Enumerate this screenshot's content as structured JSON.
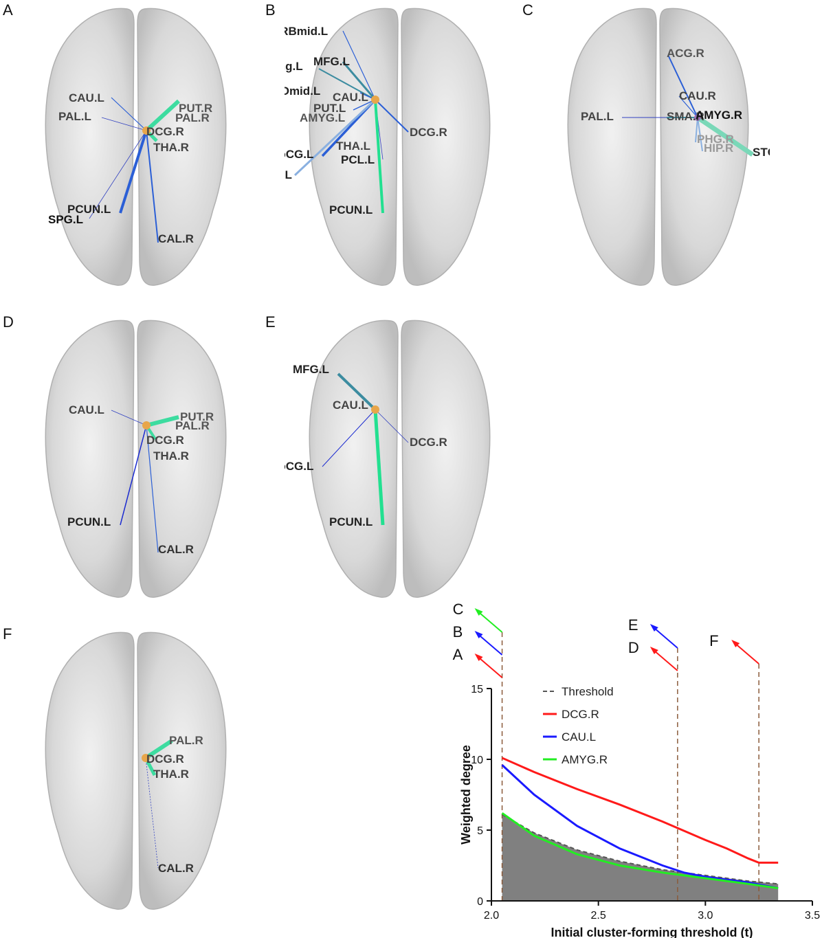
{
  "panels": [
    {
      "letter": "A",
      "labels": [
        "CAU.L",
        "PAL.L",
        "PUT.R",
        "PAL.R",
        "DCG.R",
        "THA.R",
        "PCUN.L",
        "SPG.L",
        "CAL.R"
      ]
    },
    {
      "letter": "B",
      "labels": [
        "ORBmid.L",
        "MFG.L",
        "IFGtriang.L",
        "TPOmid.L",
        "CAU.L",
        "PUT.L",
        "AMYG.L",
        "DCG.R",
        "THA.L",
        "PoCG.L",
        "PCL.L",
        "MTG.L",
        "PCUN.L"
      ]
    },
    {
      "letter": "C",
      "labels": [
        "ACG.R",
        "CAU.R",
        "PAL.L",
        "SMA.R",
        "AMYG.R",
        "PHG.R",
        "HIP.R",
        "STG.R"
      ]
    },
    {
      "letter": "D",
      "labels": [
        "CAU.L",
        "PUT.R",
        "PAL.R",
        "DCG.R",
        "THA.R",
        "PCUN.L",
        "CAL.R"
      ]
    },
    {
      "letter": "E",
      "labels": [
        "MFG.L",
        "CAU.L",
        "DCG.R",
        "PoCG.L",
        "PCUN.L"
      ]
    },
    {
      "letter": "F",
      "labels": [
        "PAL.R",
        "DCG.R",
        "THA.R",
        "CAL.R"
      ]
    }
  ],
  "chart_data": {
    "type": "area",
    "xlabel": "Initial cluster-forming threshold (t)",
    "ylabel": "Weighted degree",
    "xlim": [
      2.0,
      3.5
    ],
    "ylim": [
      0,
      15
    ],
    "xticks": [
      "2.0",
      "2.5",
      "3.0",
      "3.5"
    ],
    "yticks": [
      "0",
      "5",
      "10",
      "15"
    ],
    "legend_position": "top-left",
    "series": [
      {
        "name": "Threshold",
        "style": "dashed",
        "color": "#555555",
        "x": [
          2.05,
          2.2,
          2.4,
          2.6,
          2.8,
          3.0,
          3.2,
          3.34
        ],
        "y": [
          6.1,
          4.8,
          3.6,
          2.8,
          2.2,
          1.8,
          1.4,
          1.2
        ]
      },
      {
        "name": "DCG.R",
        "color": "#ff1a1a",
        "x": [
          2.05,
          2.2,
          2.4,
          2.6,
          2.8,
          3.0,
          3.1,
          3.2,
          3.25,
          3.3,
          3.34
        ],
        "y": [
          10.1,
          9.1,
          7.9,
          6.8,
          5.6,
          4.3,
          3.7,
          3.0,
          2.7,
          2.7,
          2.7
        ]
      },
      {
        "name": "CAU.L",
        "color": "#1a1aff",
        "x": [
          2.05,
          2.2,
          2.4,
          2.6,
          2.8,
          2.9,
          3.0,
          3.2,
          3.34
        ],
        "y": [
          9.6,
          7.5,
          5.3,
          3.7,
          2.5,
          2.0,
          1.7,
          1.3,
          0.9
        ]
      },
      {
        "name": "AMYG.R",
        "color": "#22ee22",
        "x": [
          2.05,
          2.2,
          2.4,
          2.6,
          2.8,
          3.0,
          3.2,
          3.34
        ],
        "y": [
          6.2,
          4.6,
          3.3,
          2.5,
          2.0,
          1.6,
          1.2,
          0.9
        ]
      }
    ],
    "markers": [
      {
        "x": 2.05,
        "letters": [
          "C",
          "B",
          "A"
        ],
        "colors": [
          "#22ee22",
          "#1a1aff",
          "#ff1a1a"
        ]
      },
      {
        "x": 2.87,
        "letters": [
          "E",
          "D"
        ],
        "colors": [
          "#1a1aff",
          "#ff1a1a"
        ]
      },
      {
        "x": 3.25,
        "letters": [
          "F"
        ],
        "colors": [
          "#ff1a1a"
        ]
      }
    ]
  }
}
